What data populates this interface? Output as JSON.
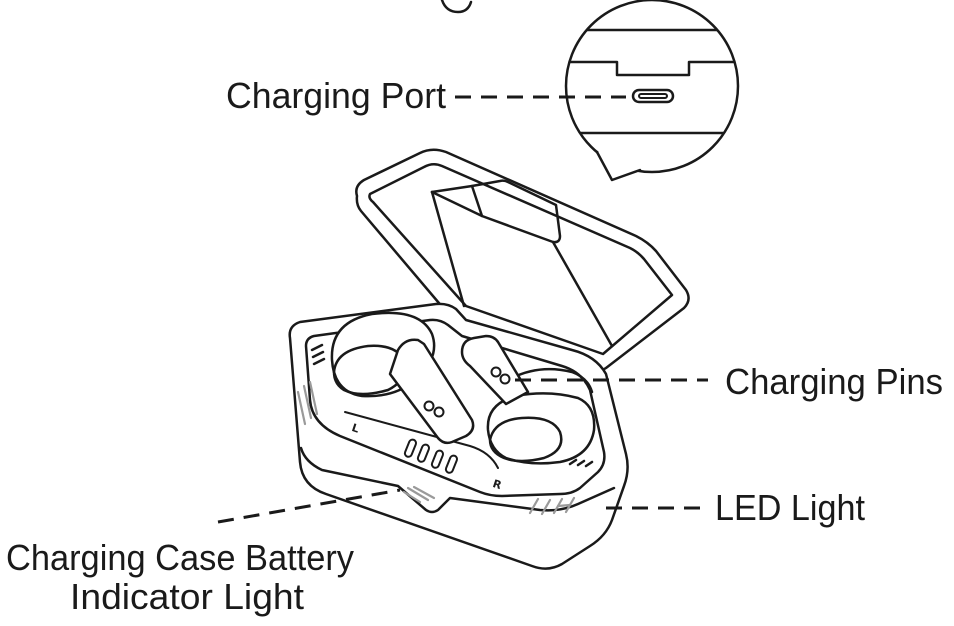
{
  "labels": {
    "charging_port": "Charging Port",
    "charging_pins": "Charging Pins",
    "led_light": "LED Light",
    "battery_indicator_line1": "Charging Case Battery",
    "battery_indicator_line2": "Indicator Light"
  },
  "case_marks": {
    "left": "L",
    "right": "R"
  },
  "colors": {
    "ink": "#1a1a1a",
    "hatch": "#9a9a9a",
    "background": "#ffffff"
  }
}
